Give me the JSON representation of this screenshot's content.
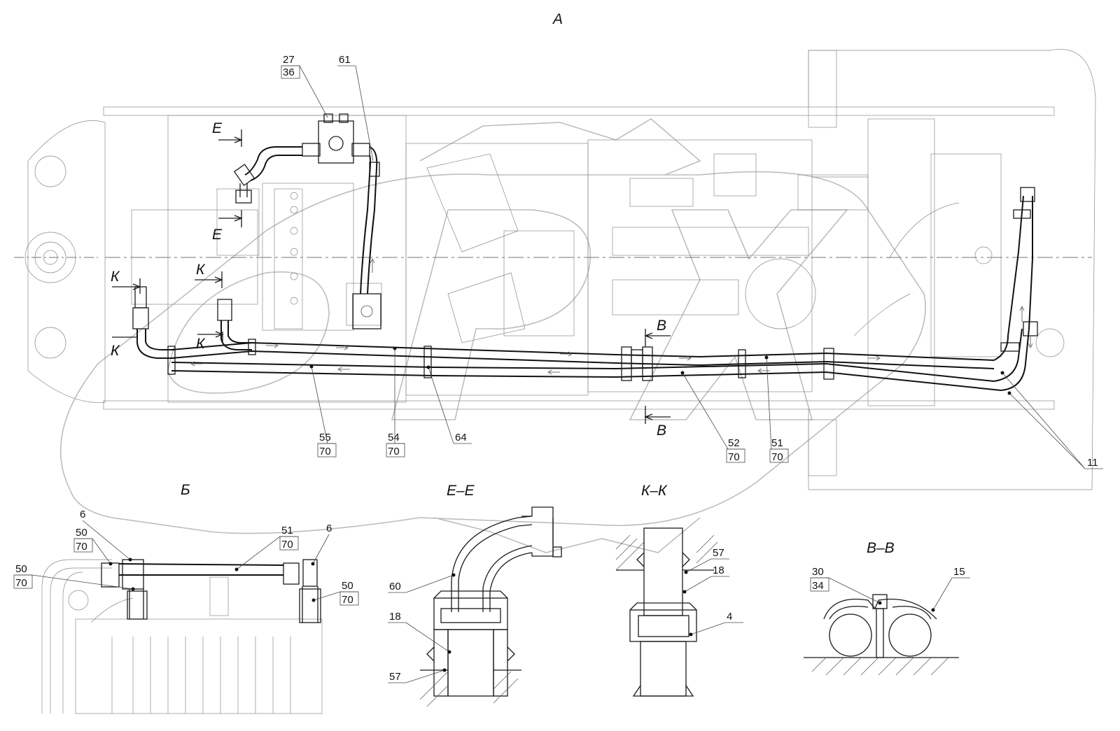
{
  "views": {
    "main": "А",
    "detail_b": "Б",
    "section_e": "Е–Е",
    "section_k": "К–К",
    "section_v": "В–В"
  },
  "section_marks": {
    "e": "Е",
    "k": "К",
    "v": "В"
  },
  "callouts": {
    "c27": "27",
    "c36": "36",
    "c61": "61",
    "c55": "55",
    "c54": "54",
    "c64": "64",
    "c52": "52",
    "c51": "51",
    "c70": "70",
    "c11": "11",
    "c6": "6",
    "c50": "50",
    "c60": "60",
    "c18": "18",
    "c57": "57",
    "c4": "4",
    "c30": "30",
    "c34": "34",
    "c15": "15"
  },
  "colors": {
    "line": "#1a1a1a",
    "background_detail": "#8a8a8a",
    "watermark": "#bdbdbd"
  }
}
